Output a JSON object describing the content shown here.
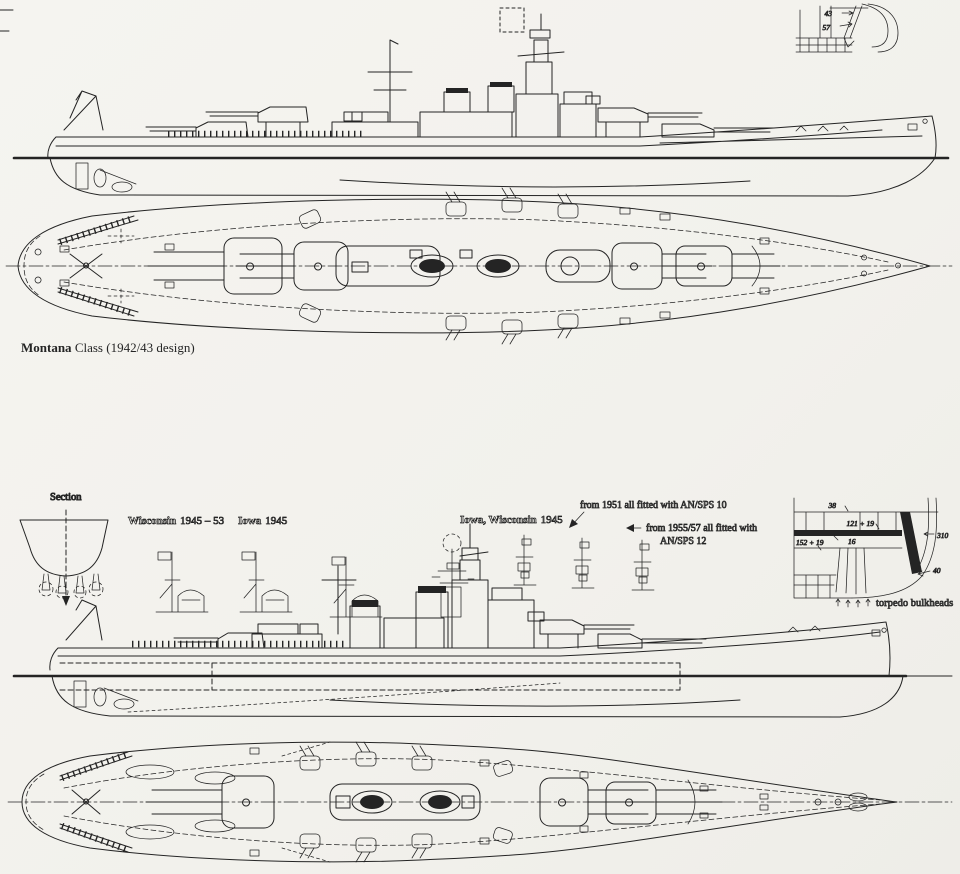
{
  "page": {
    "paper_color": "#f3f2ee",
    "ink_color": "#242424"
  },
  "montana": {
    "caption_name": "Montana",
    "caption_suffix": " Class (1942/43 design)",
    "armor_inset": {
      "deck_value": "43",
      "belt_value": "57"
    }
  },
  "iowa": {
    "section_label": "Section",
    "mast_labels": {
      "wisconsin_name": "Wisconsin",
      "wisconsin_years": "1945 – 53",
      "iowa_name": "Iowa",
      "iowa_years": "1945",
      "iowa_wisconsin_name": "Iowa, Wisconsin",
      "iowa_wisconsin_years": "1945"
    },
    "radar_notes": {
      "sps10": "from 1951 all fitted with AN/SPS 10",
      "sps12_line1": "from 1955/57 all fitted with",
      "sps12_line2": "AN/SPS 12"
    },
    "armor_inset": {
      "weather_deck": "38",
      "armor_deck": "121 + 19",
      "splinter_deck": "16",
      "lower_deck": "152 + 19",
      "belt": "310",
      "lower_belt": "40",
      "torpedo_bulkheads_label": "torpedo bulkheads"
    }
  }
}
